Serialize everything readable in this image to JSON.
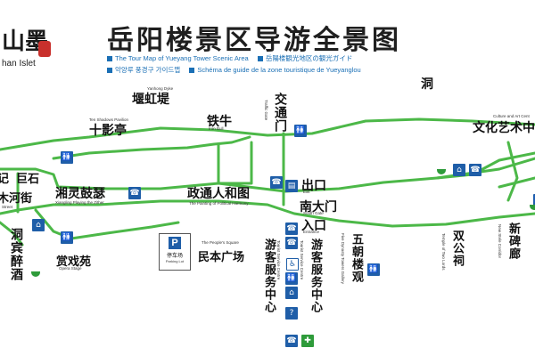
{
  "header": {
    "logo_chars": "山墨",
    "logo_sub": "han Islet",
    "title": "岳阳楼景区导游全景图",
    "subtitle_line1": [
      "The Tour Map of Yueyang Tower Scenic Area",
      "岳陽楼観光地区の観光ガイド"
    ],
    "subtitle_line2": [
      "악양루 풍경구 가이드맵",
      "Schéma de guide de la zone touristique de Yueyanglou"
    ]
  },
  "map": {
    "colors": {
      "path": "#4cb848",
      "icon_blue": "#1f5ea8",
      "icon_green": "#2e9b3a",
      "title_blue": "#1a6fb5"
    },
    "labels": {
      "yanhongdi": "堰虹堤",
      "yanhongdi_en": "Yanhong Dyke",
      "shiyingting": "十影亭",
      "shiyingting_en": "Ten Shadows Pavilion",
      "tieniu": "铁牛",
      "tieniu_en": "Iron Bull",
      "jiaotongmen": "交通门",
      "jiaotongmen_en": "Traffic Gate",
      "dong": "洞",
      "wenhua": "文化艺术中",
      "wenhua_en": "Culture and Art Cent",
      "xiangling": "湘灵鼓瑟",
      "xiangling_en": "Xiangling Playing the Zither",
      "zhengtong": "政通人和图",
      "zhengtong_en": "The Painting of Political Harmony",
      "chukou": "出口",
      "chukou_en": "Exit",
      "nandamen": "南大门",
      "nandamen_en": "South Gate",
      "rukou": "入口",
      "rukou_en": "Entrance",
      "jiji": "记",
      "jushi": "巨石",
      "hejie": "木河街",
      "hejie_en": "Street",
      "dongbin": "洞宾醉酒",
      "xiyuan": "赏戏苑",
      "xiyuan_en": "Opera Stage",
      "minben": "民本广场",
      "minben_en": "The People's Square",
      "tingchechang": "停车场",
      "tingchechang_en": "Parking Lot",
      "parking_p": "P",
      "visitor_center": "游客服务中心",
      "visitor_center_en": "Tourist Service Centre",
      "wuchao": "五朝楼观",
      "wuchao_en": "Five Dynasty Towers Gallery",
      "shuanggong": "双公祠",
      "shuanggong_en": "Temple of Two Lords",
      "xinbeilang": "新碑廊",
      "xinbeilang_en": "New Stele Corridor",
      "question": "?"
    }
  }
}
